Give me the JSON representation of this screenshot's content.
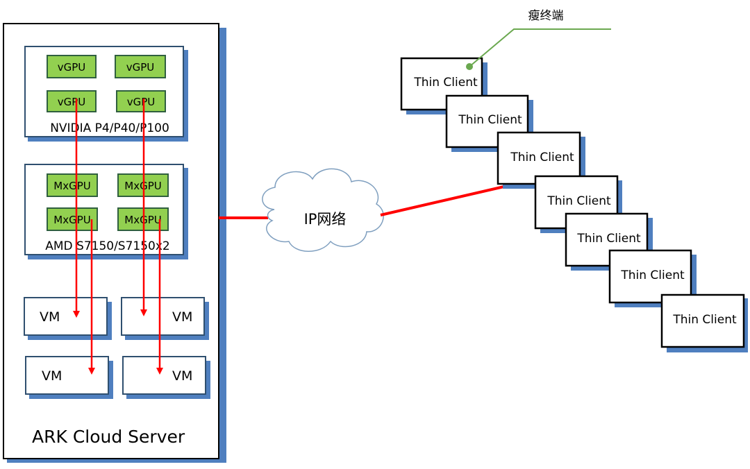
{
  "server": {
    "label": "ARK Cloud Server",
    "nvidia": {
      "label": "NVIDIA P4/P40/P100",
      "gpus": [
        "vGPU",
        "vGPU",
        "vGPU",
        "vGPU"
      ]
    },
    "amd": {
      "label": "AMD S7150/S7150x2",
      "gpus": [
        "MxGPU",
        "MxGPU",
        "MxGPU",
        "MxGPU"
      ]
    },
    "vms": [
      "VM",
      "VM",
      "VM",
      "VM"
    ]
  },
  "network": {
    "label": "IP网络"
  },
  "thin_client_callout": "瘦终端",
  "thin_clients": [
    "Thin Client",
    "Thin Client",
    "Thin Client",
    "Thin Client",
    "Thin Client",
    "Thin Client",
    "Thin Client"
  ],
  "colors": {
    "shadow": "#4f7fbf",
    "box_border_blue": "#2f4f6f",
    "gpu_green": "#92d050",
    "gpu_border": "#2f5f3f",
    "link_red": "#ff0000",
    "callout_green": "#6aa84f"
  }
}
